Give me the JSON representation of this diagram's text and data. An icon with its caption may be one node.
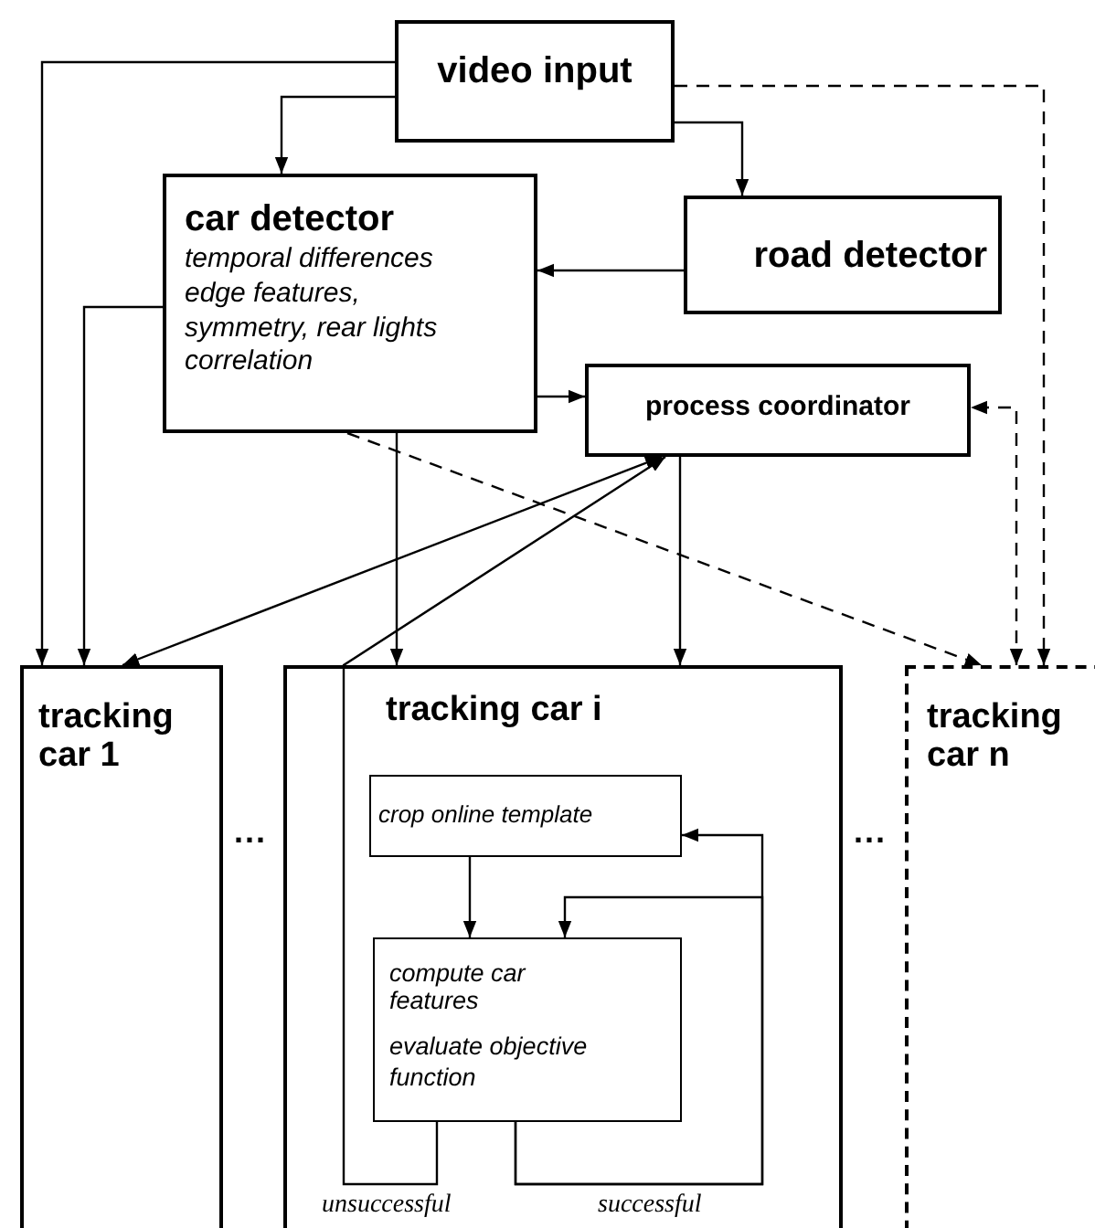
{
  "diagram": {
    "nodes": [
      {
        "text": [
          "video input"
        ]
      },
      {
        "text": [
          "car detector",
          "temporal differences edge features, symmetry, rear lights correlation"
        ]
      },
      {
        "text": [
          "road detector"
        ]
      },
      {
        "text": [
          "process coordinator"
        ]
      },
      {
        "text": [
          "tracking car 1"
        ]
      },
      {
        "text": [
          "tracking car i"
        ]
      },
      {
        "text": [
          "crop online template"
        ],
        "in": 5
      },
      {
        "text": [
          "compute car features",
          "evaluate objective function"
        ],
        "in": 5
      },
      {
        "text": [
          "tracking car n"
        ]
      }
    ],
    "edges": [
      {
        "from": 0,
        "to": 4,
        "arrow": "to"
      },
      {
        "from": 0,
        "to": 1,
        "arrow": "to"
      },
      {
        "from": 0,
        "to": 2,
        "arrow": "to"
      },
      {
        "from": 0,
        "to": 8,
        "arrow": "to",
        "style": "dashed"
      },
      {
        "from": 2,
        "to": 1,
        "arrow": "to"
      },
      {
        "from": 1,
        "to": 4,
        "arrow": "to"
      },
      {
        "from": 1,
        "to": 3,
        "arrow": "to"
      },
      {
        "from": 1,
        "to": 5,
        "arrow": "to"
      },
      {
        "from": 1,
        "to": 8,
        "arrow": "to",
        "style": "dashed"
      },
      {
        "from": 3,
        "to": 4,
        "arrow": "both"
      },
      {
        "from": 7,
        "to": 3,
        "arrow": "to",
        "label": "unsuccessful"
      },
      {
        "from": 3,
        "to": 5,
        "arrow": "to"
      },
      {
        "from": 8,
        "to": 3,
        "arrow": "both",
        "style": "dashed"
      },
      {
        "from": 6,
        "to": 7,
        "arrow": "to"
      },
      {
        "from": 7,
        "to": 6,
        "arrow": "to",
        "label": "successful"
      },
      {
        "from": 7,
        "to": 7,
        "arrow": "to"
      }
    ],
    "labels": [
      "...",
      "..."
    ]
  }
}
